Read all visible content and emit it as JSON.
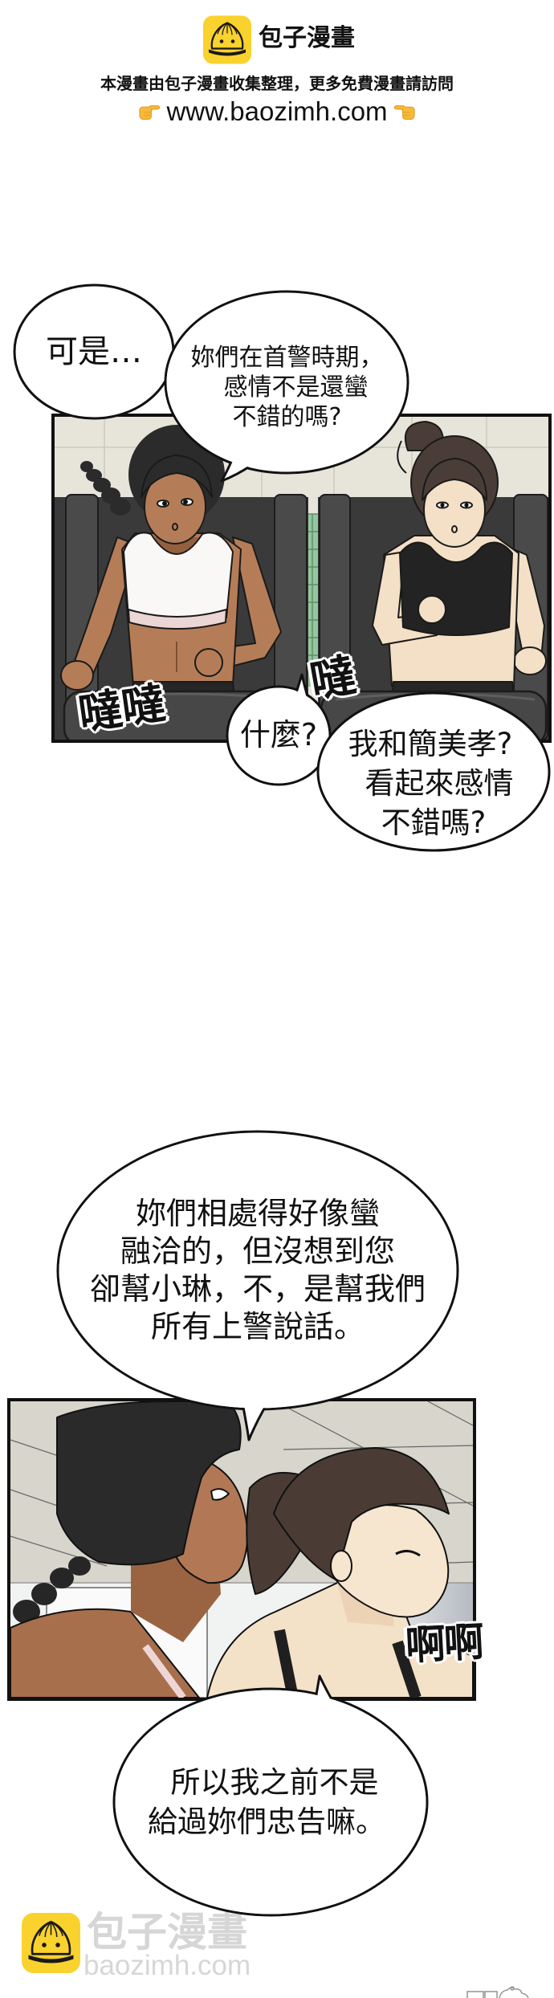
{
  "header": {
    "logo_icon": "baozi-bun-icon",
    "brand_name": "包子漫畫",
    "notice": "本漫畫由包子漫畫收集整理，更多免費漫畫請訪問",
    "url": "www.baozimh.com",
    "pointer_left_icon": "hand-pointing-right-icon",
    "pointer_right_icon": "hand-pointing-left-icon"
  },
  "colors": {
    "logo_yellow": "#FAD22E",
    "ink": "#111111",
    "bubble_fill": "#FFFFFF",
    "hand_emoji": "#F7B93A",
    "watermark_gray": "#D6D6D6",
    "panel1_wall": "#E7E4DA",
    "panel1_green_tiles": "#94C79D",
    "treadmill_gray": "#3A3A3A",
    "panel2_ceiling": "#D7D5CC"
  },
  "dialogue": [
    {
      "lines": [
        "可是…"
      ]
    },
    {
      "lines": [
        "妳們在首警時期，",
        "感情不是還蠻",
        "不錯的嗎?"
      ]
    },
    {
      "lines": [
        "什麼?"
      ]
    },
    {
      "lines": [
        "我和簡美孝?",
        "看起來感情",
        "不錯嗎?"
      ]
    },
    {
      "lines": [
        "妳們相處得好像蠻",
        "融洽的，但沒想到您",
        "卻幫小琳，不，是幫我們",
        "所有上警說話。"
      ]
    },
    {
      "lines": [
        "所以我之前不是",
        "給過妳們忠告嘛。"
      ]
    }
  ],
  "sfx": [
    {
      "text": "噠噠"
    },
    {
      "text": "噠"
    },
    {
      "text": "啊啊"
    }
  ],
  "footer": {
    "watermark_logo_icon": "baozi-bun-icon",
    "watermark_brand": "包子漫畫",
    "watermark_url": "baozimh.com"
  }
}
